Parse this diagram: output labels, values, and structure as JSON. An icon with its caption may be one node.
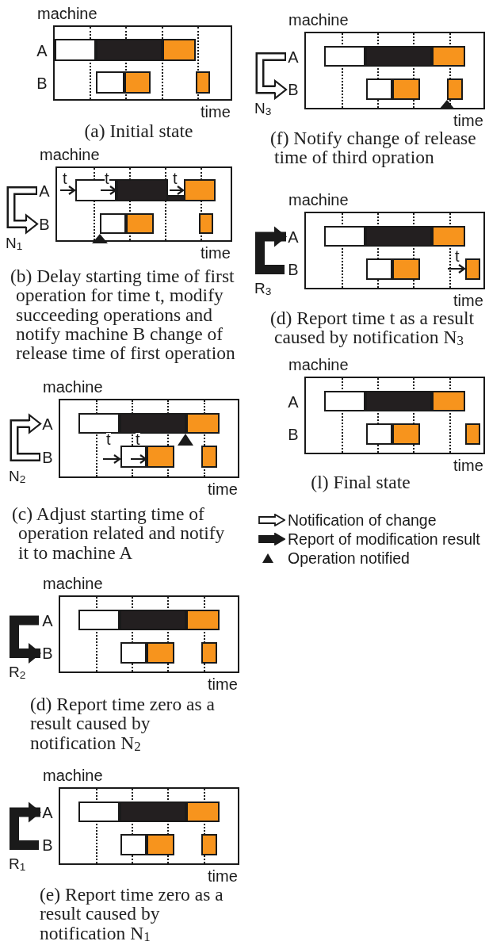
{
  "diagram": {
    "nodes": [
      {
        "text": [
          "A"
        ]
      },
      {
        "text": [
          "B"
        ]
      },
      {
        "text": [
          "A"
        ]
      },
      {
        "text": [
          "B"
        ]
      },
      {
        "text": [
          "A"
        ]
      },
      {
        "text": [
          "B"
        ]
      },
      {
        "text": [
          "A"
        ]
      },
      {
        "text": [
          "B"
        ]
      },
      {
        "text": [
          "A"
        ]
      },
      {
        "text": [
          "B"
        ]
      },
      {
        "text": [
          "A"
        ]
      },
      {
        "text": [
          "B"
        ]
      },
      {
        "text": [
          "A"
        ]
      },
      {
        "text": [
          "B"
        ]
      },
      {
        "text": [
          "A"
        ]
      },
      {
        "text": [
          "B"
        ]
      }
    ],
    "edges": [
      {
        "from": 2,
        "to": 3,
        "arrow": "to",
        "label": "N$_{1}$"
      },
      {
        "from": 5,
        "to": 4,
        "arrow": "to",
        "label": "N$_{2}$"
      },
      {
        "from": 6,
        "to": 7,
        "arrow": "to",
        "label": "R$_{2}$",
        "style": "thick",
        "color": "#1a1a1a"
      },
      {
        "from": 9,
        "to": 8,
        "arrow": "to",
        "label": "R$_{1}$",
        "style": "thick",
        "color": "#1a1a1a"
      },
      {
        "from": 10,
        "to": 11,
        "arrow": "to",
        "label": "N$_{3}$"
      },
      {
        "from": 13,
        "to": 12,
        "arrow": "to",
        "label": "R$_{3}$",
        "style": "thick",
        "color": "#1a1a1a"
      }
    ],
    "labels": [
      "machine",
      "time",
      "(a) Initial state",
      "machine",
      "t",
      "t",
      "t",
      "time",
      "(b) Delay starting time of first operation for time t, modify succeeding operations and notify machine B change of release time of first operation",
      "machine",
      "t",
      "t",
      "time",
      "(c) Adjust starting time of operation related and notify it to machine A",
      "machine",
      "time",
      "(d) Report time zero as a result caused by notification N$_{2}$",
      "machine",
      "time",
      "(e) Report time zero as a result caused by notification N$_{1}$",
      "machine",
      "time",
      "(f) Notify change of release time of third opration",
      "machine",
      "t",
      "time",
      "(d) Report time t as a result caused by notification N$_{3}$",
      "machine",
      "time",
      "(l) Final state"
    ],
    "legend": [
      {
        "text": "Notification of change"
      },
      {
        "text": "Report of modification result"
      },
      {
        "text": "Operation notified"
      }
    ]
  }
}
